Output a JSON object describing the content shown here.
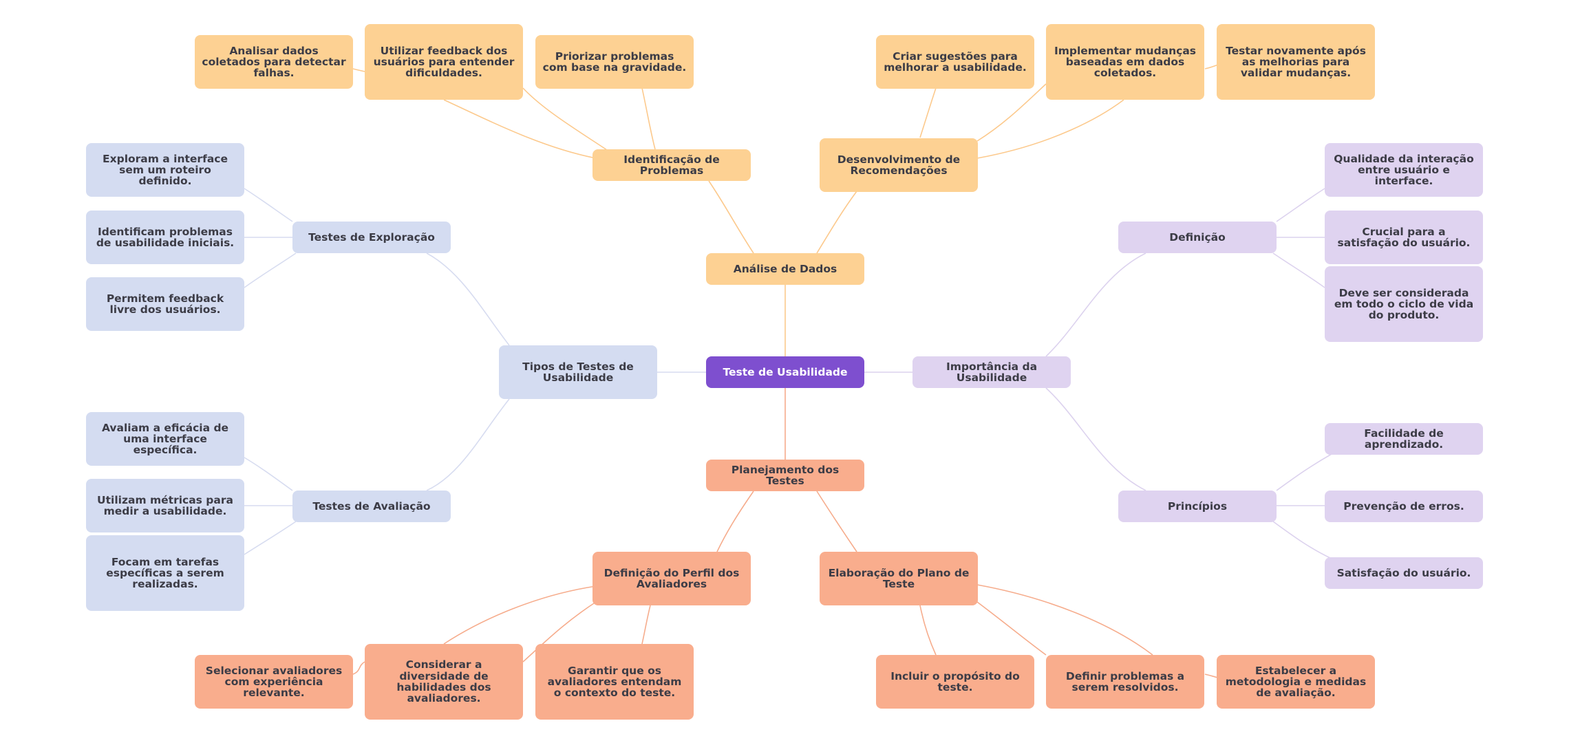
{
  "colors": {
    "root": "#7e4fcf",
    "analysis": "#fdd193",
    "planning": "#f9ad8d",
    "types": "#d4dcf1",
    "importance": "#dfd3f0"
  },
  "root": "Teste de Usabilidade",
  "analysis": {
    "label": "Análise de Dados",
    "problems": {
      "label": "Identificação de Problemas",
      "items": [
        "Analisar dados coletados para detectar falhas.",
        "Utilizar feedback dos usuários para entender dificuldades.",
        "Priorizar problemas com base na gravidade."
      ]
    },
    "recommendations": {
      "label": "Desenvolvimento de Recomendações",
      "items": [
        "Criar sugestões para melhorar a usabilidade.",
        "Implementar mudanças baseadas em dados coletados.",
        "Testar novamente após as melhorias para validar mudanças."
      ]
    }
  },
  "planning": {
    "label": "Planejamento dos Testes",
    "profile": {
      "label": "Definição do Perfil dos Avaliadores",
      "items": [
        "Selecionar avaliadores com experiência relevante.",
        "Considerar a diversidade de habilidades dos avaliadores.",
        "Garantir que os avaliadores entendam o contexto do teste."
      ]
    },
    "plan": {
      "label": "Elaboração do Plano de Teste",
      "items": [
        "Incluir o propósito do teste.",
        "Definir problemas a serem resolvidos.",
        "Estabelecer a metodologia e medidas de avaliação."
      ]
    }
  },
  "types": {
    "label": "Tipos de Testes de Usabilidade",
    "exploration": {
      "label": "Testes de Exploração",
      "items": [
        "Exploram a interface sem um roteiro definido.",
        "Identificam problemas de usabilidade iniciais.",
        "Permitem feedback livre dos usuários."
      ]
    },
    "evaluation": {
      "label": "Testes de Avaliação",
      "items": [
        "Avaliam a eficácia de uma interface específica.",
        "Utilizam métricas para medir a usabilidade.",
        "Focam em tarefas específicas a serem realizadas."
      ]
    }
  },
  "importance": {
    "label": "Importância da Usabilidade",
    "definition": {
      "label": "Definição",
      "items": [
        "Qualidade da interação entre usuário e interface.",
        "Crucial para a satisfação do usuário.",
        "Deve ser considerada em todo o ciclo de vida do produto."
      ]
    },
    "principles": {
      "label": "Princípios",
      "items": [
        "Facilidade de aprendizado.",
        "Prevenção de erros.",
        "Satisfação do usuário."
      ]
    }
  }
}
